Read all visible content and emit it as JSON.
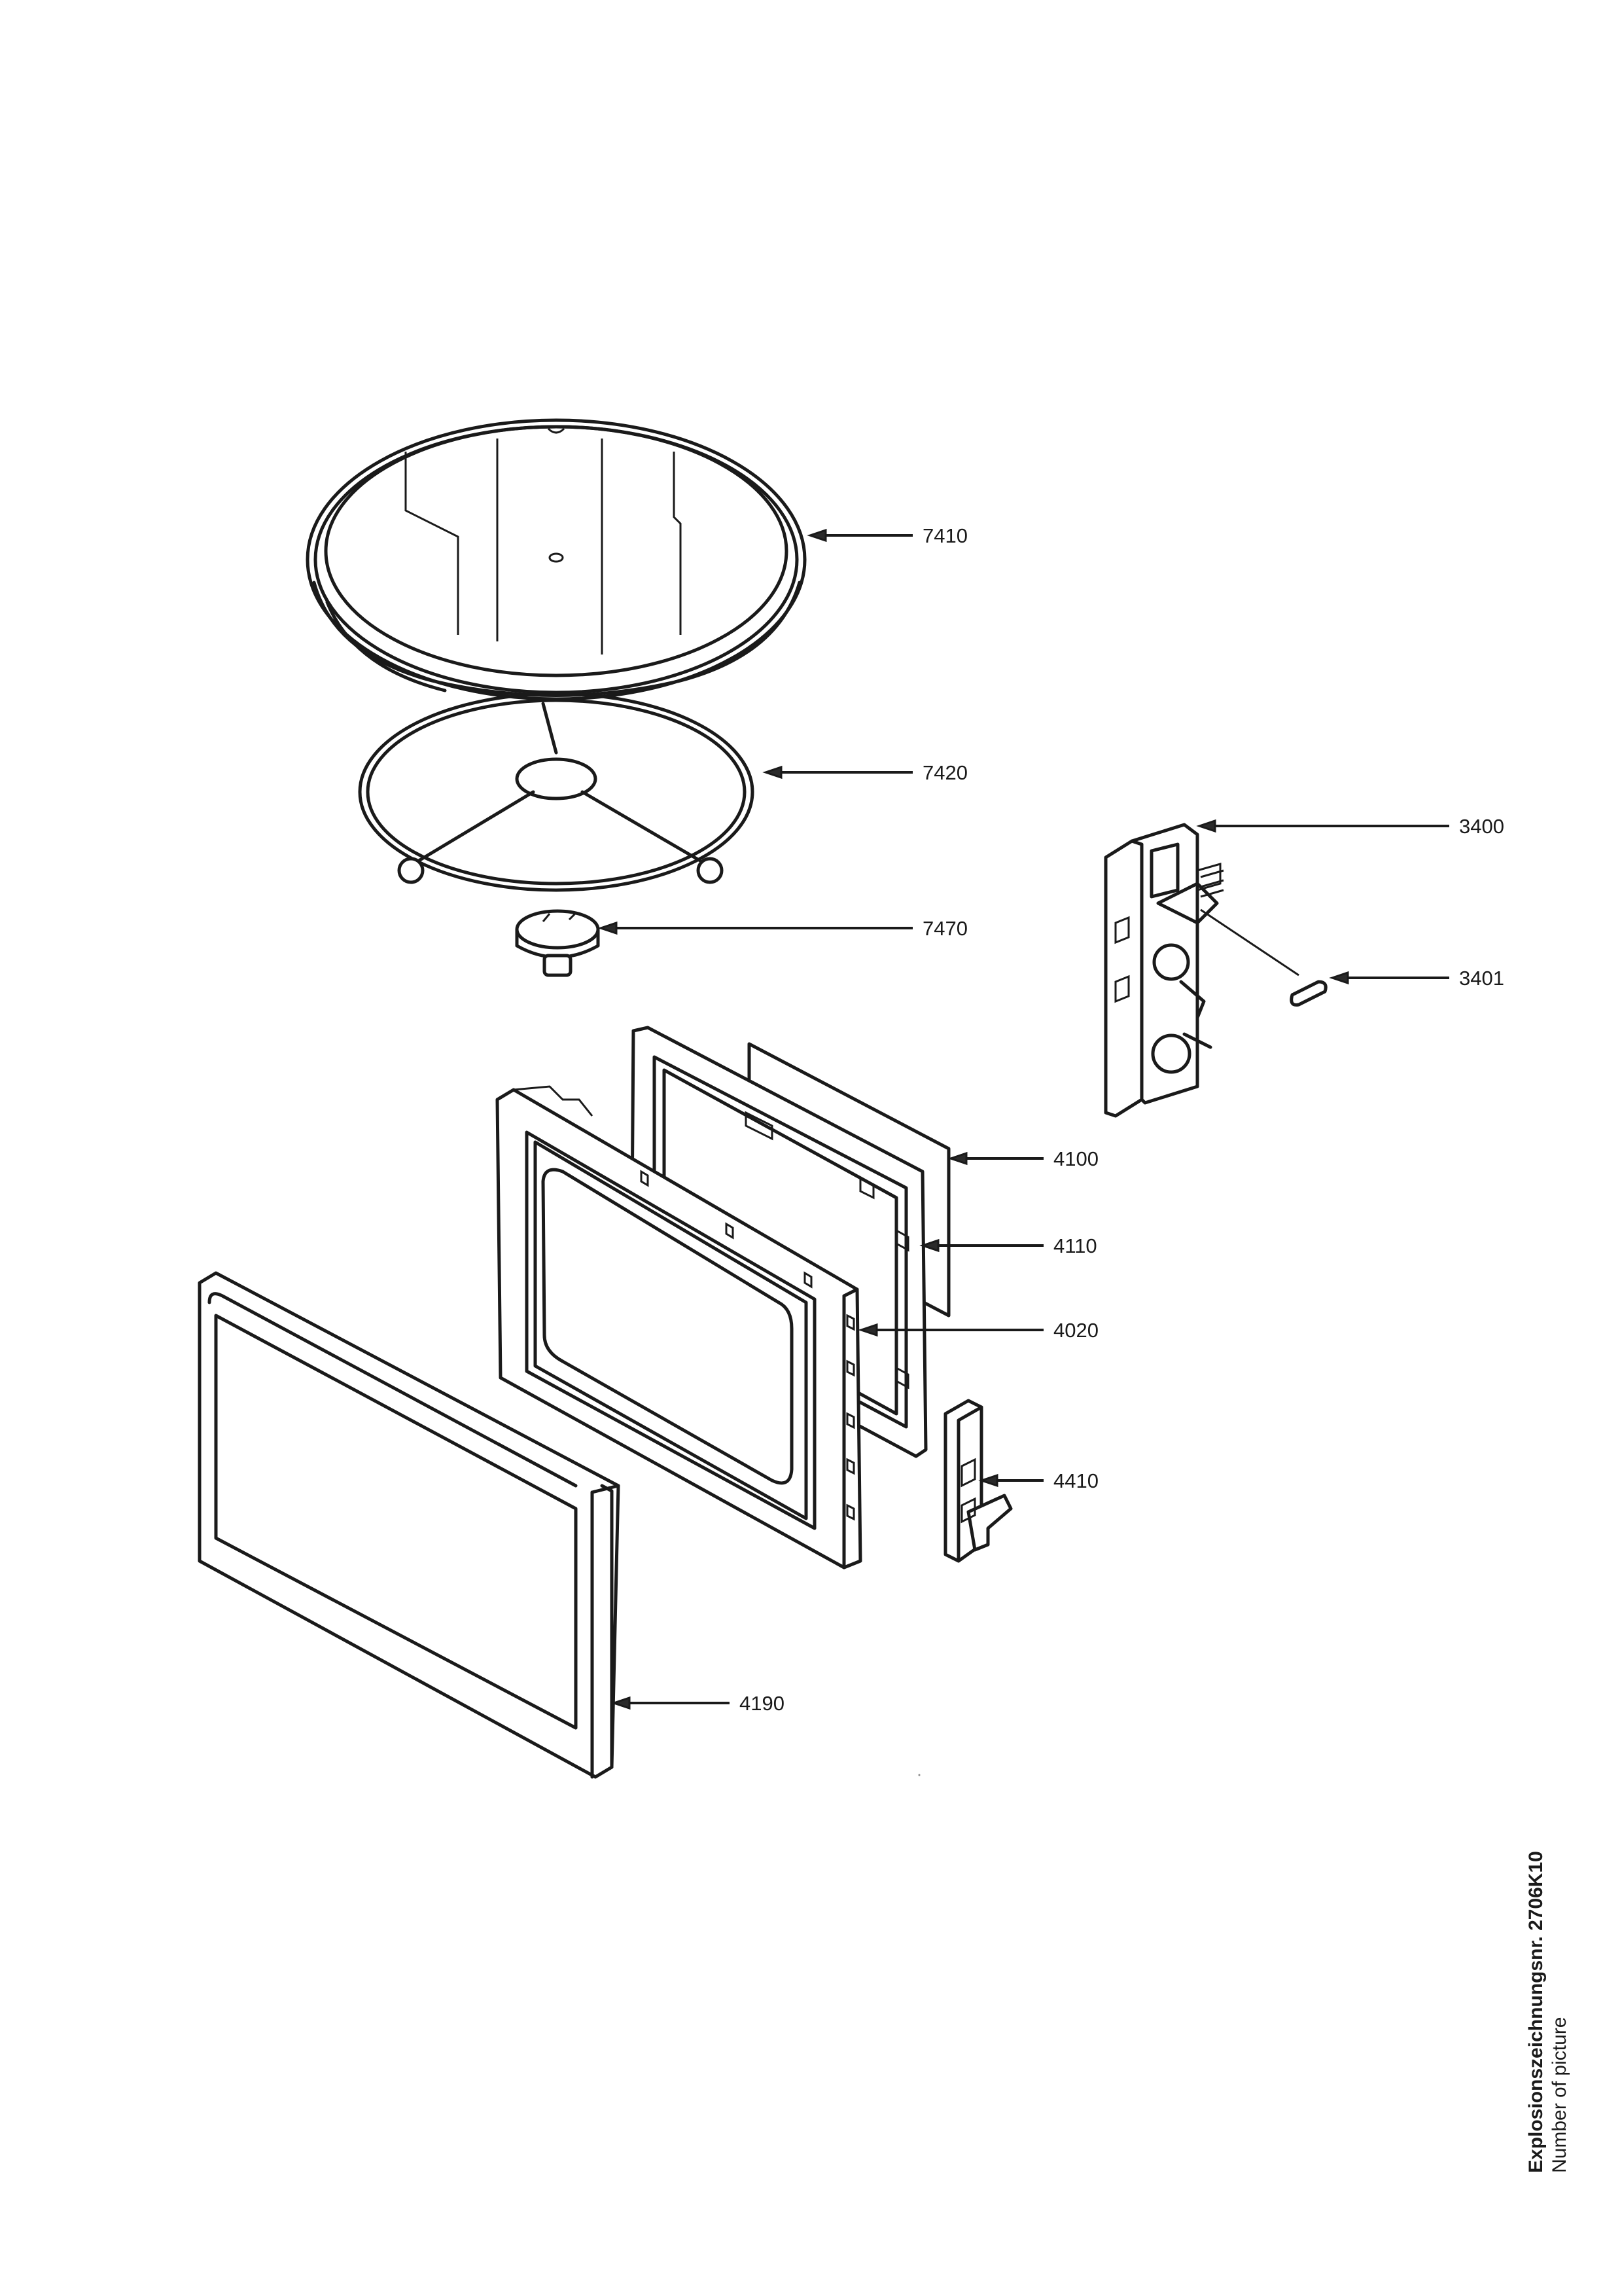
{
  "labels": {
    "p7410": "7410",
    "p7420": "7420",
    "p7470": "7470",
    "p3400": "3400",
    "p3401": "3401",
    "p4100": "4100",
    "p4110": "4110",
    "p4020": "4020",
    "p4410": "4410",
    "p4190": "4190"
  },
  "side_title": {
    "drawing_number": "Explosionszeichnungsnr. 2706K10",
    "subtitle": "Number of picture"
  }
}
